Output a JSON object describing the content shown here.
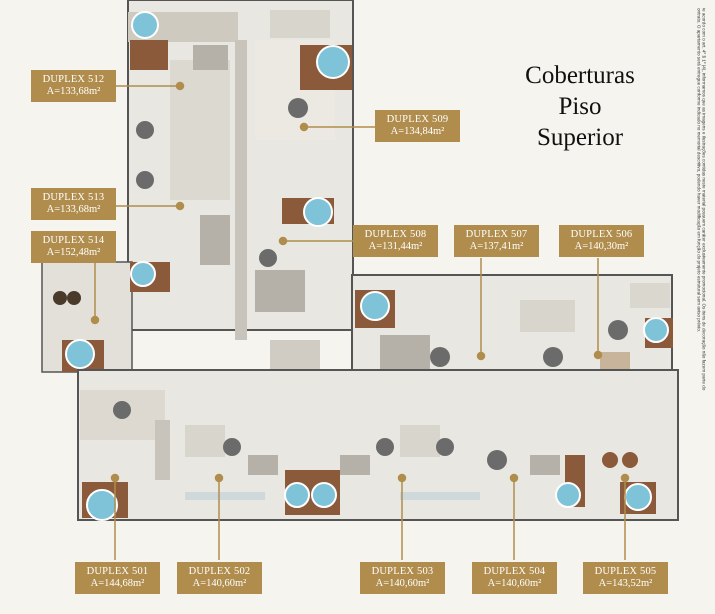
{
  "title_lines": [
    "Coberturas",
    "Piso",
    "Superior"
  ],
  "disclaimer": "De acordo com o art. 4º § 1º (4), informamos que as imagens e ilustrações contidas neste material possuem caráter exclusivamente promocional. Os itens de decoração não fazem parte do contrato. O apartamento será entregue conforme indicado no memorial descritivo, podendo haver modificação em função do projeto estrutural sem aviso prévio.",
  "units": [
    {
      "name": "DUPLEX 512",
      "area": "A=133,68m²"
    },
    {
      "name": "DUPLEX 509",
      "area": "A=134,84m²"
    },
    {
      "name": "DUPLEX 513",
      "area": "A=133,68m²"
    },
    {
      "name": "DUPLEX 514",
      "area": "A=152,48m²"
    },
    {
      "name": "DUPLEX 508",
      "area": "A=131,44m²"
    },
    {
      "name": "DUPLEX 507",
      "area": "A=137,41m²"
    },
    {
      "name": "DUPLEX 506",
      "area": "A=140,30m²"
    },
    {
      "name": "DUPLEX 501",
      "area": "A=144,68m²"
    },
    {
      "name": "DUPLEX 502",
      "area": "A=140,60m²"
    },
    {
      "name": "DUPLEX 503",
      "area": "A=140,60m²"
    },
    {
      "name": "DUPLEX 504",
      "area": "A=140,60m²"
    },
    {
      "name": "DUPLEX 505",
      "area": "A=143,52m²"
    }
  ],
  "colors": {
    "label_bg": "#b08d4c",
    "label_text": "#ffffff",
    "wall": "#5a5a5a",
    "floor": "#e7e5df",
    "deck": "#8a5a3a",
    "pool": "#7fc3d8"
  }
}
